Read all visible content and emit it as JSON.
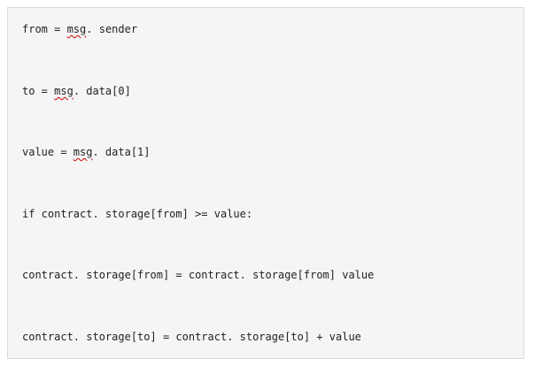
{
  "code": {
    "line1": {
      "pre": "from = ",
      "flagged": "msg",
      "post": ". sender"
    },
    "line2": {
      "pre": "to = ",
      "flagged": "msg",
      "post": ". data[0]"
    },
    "line3": {
      "pre": "value = ",
      "flagged": "msg",
      "post": ". data[1]"
    },
    "line4": "if contract. storage[from] >= value:",
    "line5": "contract. storage[from] = contract. storage[from] value",
    "line6": "contract. storage[to] = contract. storage[to] + value"
  },
  "colors": {
    "background": "#f5f5f5",
    "border": "#d9d9d9",
    "text": "#222222",
    "spellcheck_underline": "#cc0000"
  }
}
